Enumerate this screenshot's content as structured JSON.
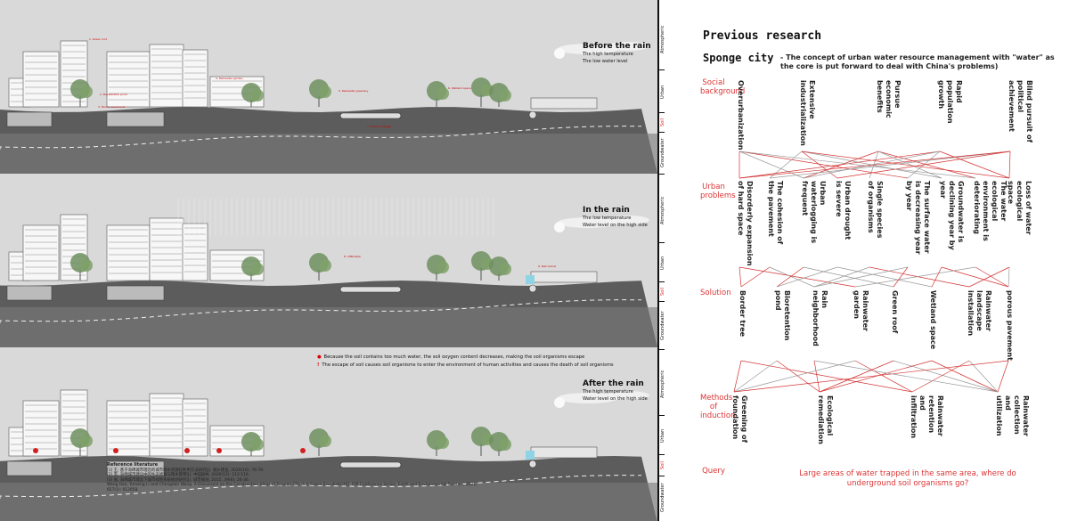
{
  "left_panel": {
    "panels": [
      {
        "title": "Before the rain",
        "lines": [
          "The high temperature",
          "The low water level"
        ]
      },
      {
        "title": "In the rain",
        "lines": [
          "The low temperature",
          "Water level on the high side"
        ]
      },
      {
        "title": "After the rain",
        "lines": [
          "The high temperature",
          "Water level on the high side"
        ]
      }
    ],
    "small_labels": [
      "1. Green roof",
      "2. Bioretention pond",
      "3. Porous pavement",
      "4. Rainwater garden",
      "5. Rainwater greenery",
      "6. Wetland space",
      "7. Urban drainage",
      "8. Infiltration",
      "9. Rain barrel"
    ],
    "notes": [
      "Because the soil contains too much water, the soil oxygen content decreases,  making the soil organisms escape",
      "The escape of soil causes soil organisms to enter the environment of human activities and causes the death of soil organisms"
    ],
    "reference_title": "Reference literature",
    "references": [
      "[1] 王, 基于海绵城市理念的城市雨水资源化利用方法研究[J]. 城乡建设, 2020(16): 76-79.",
      "[2] 李, 海绵城市建设中的生态修复与雨水管理[J]. 中国园林, 2020(12): 112-116.",
      "[3] 张, 海绵城市理念下城市绿地系统规划研究[J]. 城市规划, 2015, 39(6): 26-36.",
      "Wang Hao, Yumeng Li and Chengdan Wang. A Discussion on the Construction Ideas of Sponge City in A Green Eco-district[J]. IOP Conference Series: Earth and Environmental Science, 2021, 657(1): 012058."
    ]
  },
  "strip": {
    "labels": [
      "Atmospheric",
      "Urban",
      "Soil",
      "Groundwater",
      "Atmospheric",
      "Urban",
      "Soil",
      "Groundwater",
      "Atmospheric",
      "Urban",
      "Soil",
      "Groundwater"
    ]
  },
  "right": {
    "title": "Previous research",
    "heading": "Sponge city",
    "description": "- The concept of urban water resource management with \"water\" as the core is put forward to deal with China's problems)",
    "row_labels": [
      "Social background",
      "Urban problems",
      "Solution",
      "Methods of induction",
      "Query"
    ],
    "social_background": [
      "Overurbanization",
      "Extensive industrialization",
      "Pursue economic benefits",
      "Rapid population growth",
      "Blind pursuit of political achievement"
    ],
    "urban_problems": [
      "Disorderly expansion of hard space",
      "The cohesion of the pavement",
      "Urban waterlogging is frequent",
      "Urban drought is severe",
      "Single species of organisms",
      "The surface water is decreasing year by year",
      "Groundwater is declining year by year",
      "The water ecological environment is deteriorating",
      "Loss of water ecological space"
    ],
    "solutions": [
      "Border tree",
      "Bioretention pond",
      "Rain neighborhood",
      "Rainwater garden",
      "Green roof",
      "Wetland space",
      "Rainwater landscape installation",
      "porous pavement"
    ],
    "methods": [
      "Greening of foundation",
      "Ecological remediation",
      "Rainwater retention and infiltration",
      "Rainwater collection and utilization"
    ],
    "query": "Large areas of water trapped in the same area, where do underground soil organisms go?",
    "colors": {
      "accent": "#d33333",
      "link_gray": "#999999"
    }
  }
}
